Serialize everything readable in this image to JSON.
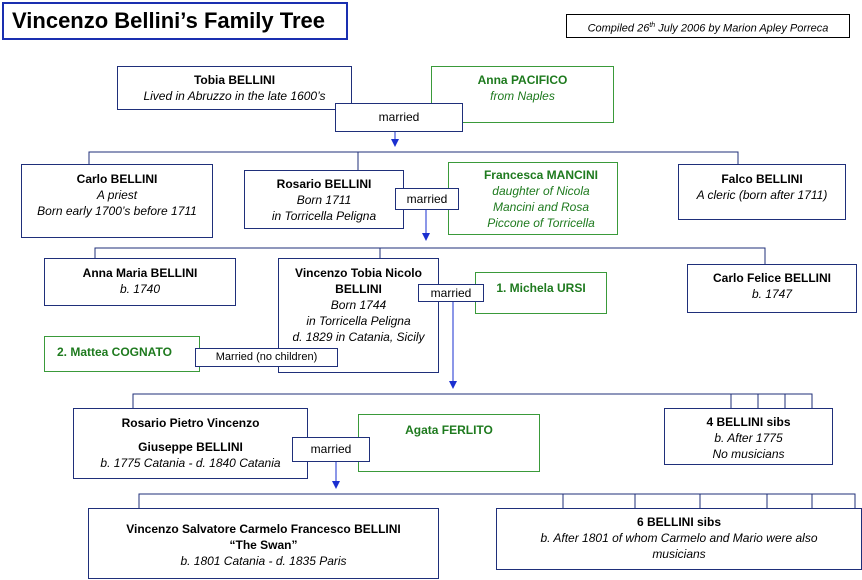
{
  "title": "Vincenzo Bellini’s Family Tree",
  "credit": {
    "pre": "Compiled 26",
    "sup": "th",
    "post": " July 2006 by Marion Apley Porreca"
  },
  "nodes": {
    "tobia": {
      "name": "Tobia BELLINI",
      "lines": [
        "Lived in Abruzzo in the late 1600’s"
      ]
    },
    "anna_pacifico": {
      "name": "Anna PACIFICO",
      "lines": [
        "from Naples"
      ]
    },
    "carlo": {
      "name": "Carlo BELLINI",
      "lines": [
        "A priest",
        "Born early 1700’s before 1711"
      ]
    },
    "rosario": {
      "name": "Rosario BELLINI",
      "lines": [
        "Born 1711",
        "in Torricella Peligna"
      ]
    },
    "francesca": {
      "name": "Francesca MANCINI",
      "lines": [
        "daughter of Nicola Mancini and Rosa Piccone of Torricella"
      ]
    },
    "falco": {
      "name": "Falco BELLINI",
      "lines": [
        "A cleric (born after 1711)"
      ]
    },
    "anna_maria": {
      "name": "Anna Maria BELLINI",
      "lines": [
        "b. 1740"
      ]
    },
    "vincenzo_tobia": {
      "name": "Vincenzo Tobia Nicolo  BELLINI",
      "lines": [
        "Born 1744",
        "in Torricella Peligna",
        "d. 1829 in Catania, Sicily"
      ]
    },
    "michela": {
      "name": "1. Michela URSI"
    },
    "carlo_felice": {
      "name": "Carlo Felice BELLINI",
      "lines": [
        "b. 1747"
      ]
    },
    "mattea": {
      "name": "2. Mattea COGNATO"
    },
    "rosario_pietro": {
      "name1": "Rosario Pietro Vincenzo",
      "name2": "Giuseppe  BELLINI",
      "lines": [
        "b. 1775 Catania - d. 1840 Catania"
      ]
    },
    "agata": {
      "name": "Agata FERLITO"
    },
    "sibs4": {
      "name": "4 BELLINI sibs",
      "lines": [
        "b. After 1775",
        "No musicians"
      ]
    },
    "vincenzo_swan": {
      "name": "Vincenzo Salvatore Carmelo Francesco  BELLINI",
      "nickname": "“The Swan”",
      "lines": [
        "b. 1801 Catania - d. 1835 Paris"
      ]
    },
    "sibs6": {
      "name": "6 BELLINI sibs",
      "lines": [
        "b. After 1801 of whom Carmelo and Mario were also musicians"
      ]
    }
  },
  "marriage_labels": {
    "m1": "married",
    "m2": "married",
    "m3": "married",
    "m4": "Married (no children)",
    "m5": "married"
  },
  "colors": {
    "line": "#1f2f7a",
    "arrow": "#1a2fd0",
    "spouse_border": "#3a9a3a",
    "spouse_text": "#1e7a1e",
    "title_border": "#1a2fb0"
  }
}
